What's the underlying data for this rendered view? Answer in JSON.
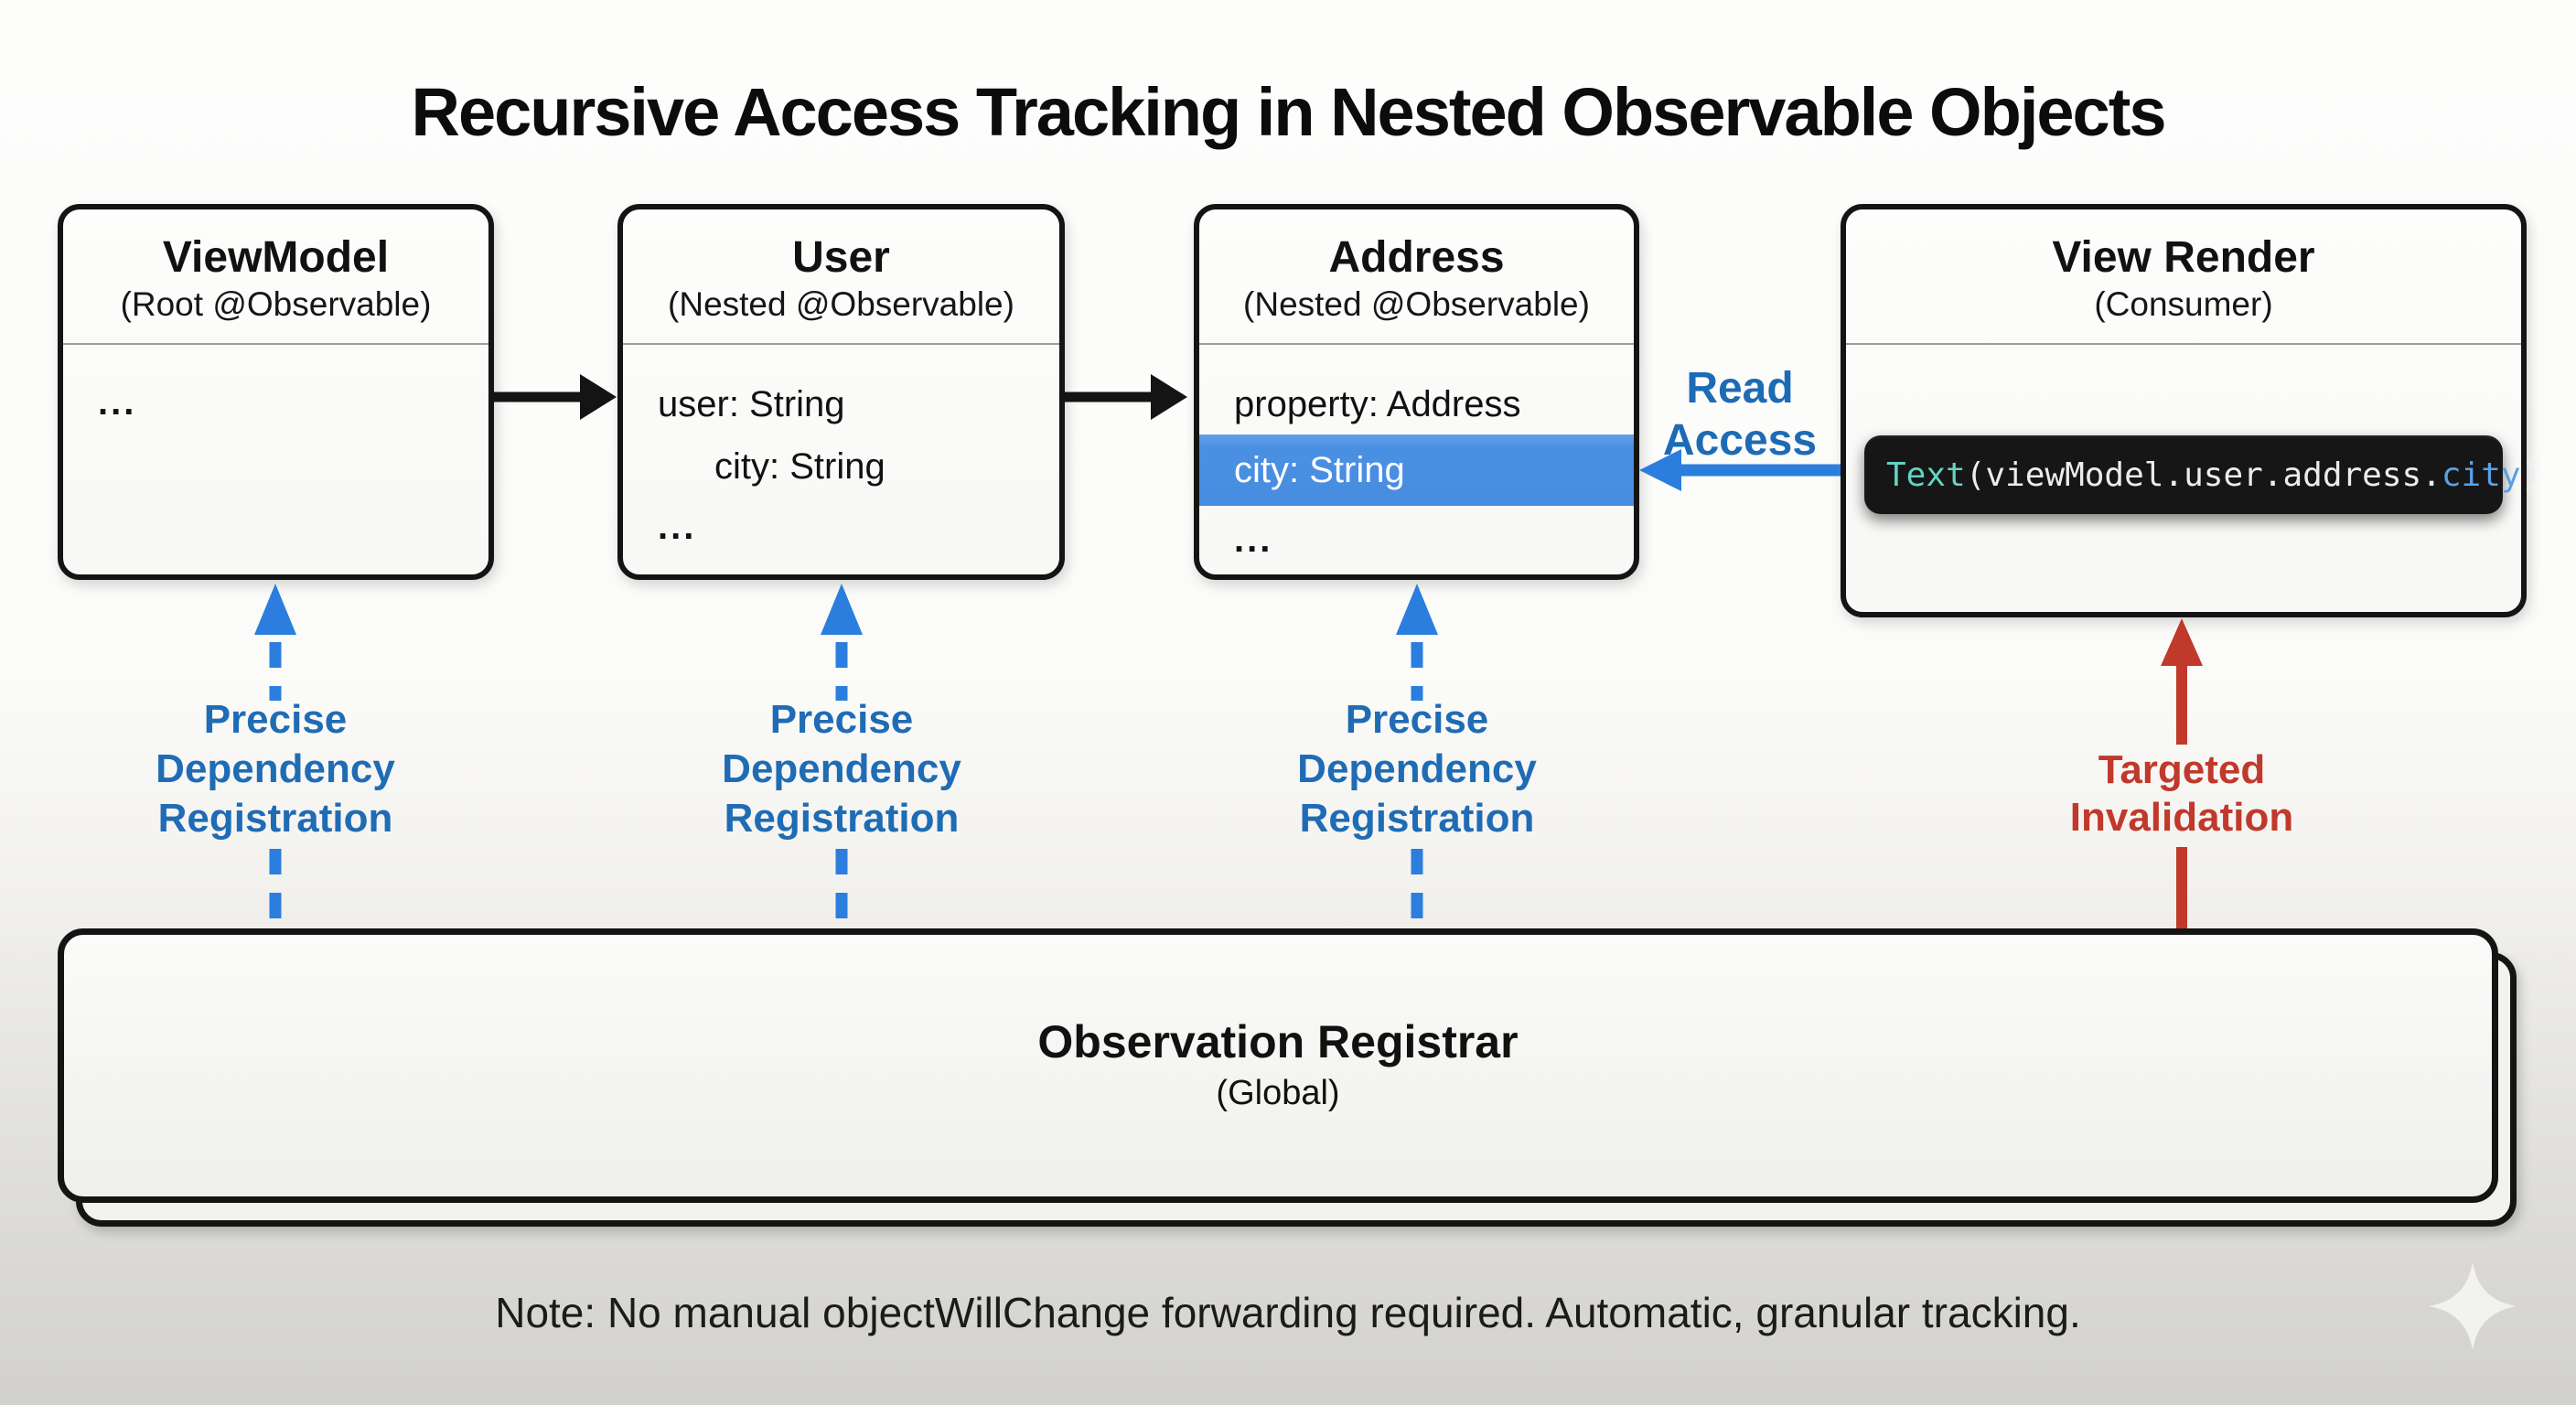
{
  "title": "Recursive Access Tracking in Nested Observable Objects",
  "boxes": [
    {
      "title": "ViewModel",
      "subtitle": "(Root @Observable)",
      "rows": [
        "..."
      ]
    },
    {
      "title": "User",
      "subtitle": "(Nested @Observable)",
      "rows": [
        "user: String",
        "city: String",
        "..."
      ]
    },
    {
      "title": "Address",
      "subtitle": "(Nested @Observable)",
      "rows": [
        "property: Address",
        "city: String",
        "..."
      ]
    },
    {
      "title": "View Render",
      "subtitle": "(Consumer)",
      "code": [
        "Text",
        "(viewModel.user.address.",
        "city",
        ")"
      ]
    }
  ],
  "labels": {
    "read_access": [
      "Read",
      "Access"
    ],
    "dependency": [
      "Precise",
      "Dependency",
      "Registration"
    ],
    "invalidation": [
      "Targeted",
      "Invalidation"
    ]
  },
  "registrar": {
    "title": "Observation Registrar",
    "subtitle": "(Global)"
  },
  "note": "Note: No manual objectWillChange forwarding required. Automatic, granular tracking.",
  "colors": {
    "blue_arrow": "#2b7ede",
    "blue_label": "#1f6cb5",
    "highlight_row": "#4a90e2",
    "red": "#c0392b",
    "black_arrow": "#141414",
    "code_background": "#161616",
    "code_call": "#63d3c1",
    "code_property": "#5b9fe6",
    "code_plain": "#ececec"
  },
  "icons": {
    "footer": "sparkle-icon"
  }
}
